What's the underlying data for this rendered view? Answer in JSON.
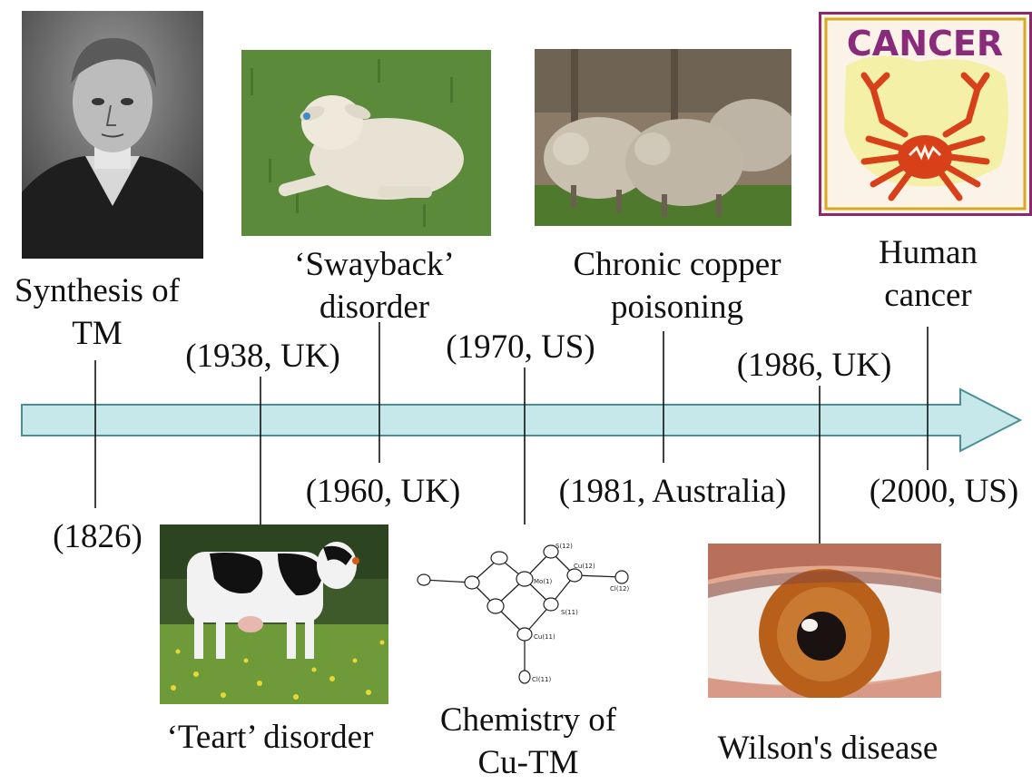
{
  "timeline": {
    "arrow_color": "#c6e8ea",
    "arrow_stroke": "#4a8f96",
    "events": [
      {
        "id": "tm-synthesis",
        "year": "(1826)",
        "label_lines": [
          "Synthesis of",
          "TM"
        ],
        "image": "portrait-of-scientist"
      },
      {
        "id": "teart",
        "year": "(1938, UK)",
        "label": "‘Teart’ disorder",
        "image": "holstein-cow-in-field"
      },
      {
        "id": "swayback",
        "year": "(1960, UK)",
        "label_lines": [
          "‘Swayback’",
          "disorder"
        ],
        "image": "lamb-lying-on-grass"
      },
      {
        "id": "cu-tm-chemistry",
        "year": "(1970, US)",
        "label_lines": [
          "Chemistry of",
          "Cu-TM"
        ],
        "image": "molecular-structure"
      },
      {
        "id": "copper-poisoning",
        "year": "(1981, Australia)",
        "label_lines": [
          "Chronic copper",
          "poisoning"
        ],
        "image": "sheep-flock"
      },
      {
        "id": "wilsons",
        "year": "(1986, UK)",
        "label": "Wilson's disease",
        "image": "eye-close-up"
      },
      {
        "id": "cancer",
        "year": "(2000, US)",
        "label_lines": [
          "Human",
          "cancer"
        ],
        "image": "cancer-crab-sign"
      }
    ]
  },
  "cancer_sign": {
    "text": "CANCER",
    "text_color": "#8a2a7a",
    "frame_color": "#8a2a6a",
    "crab_color": "#d8401a"
  },
  "molecule_labels": {
    "s12": "S(12)",
    "cu12": "Cu(12)",
    "cl12": "Cl(12)",
    "mo1": "Mo(1)",
    "s11": "S(11)",
    "cu11": "Cu(11)",
    "cl11": "Cl(11)"
  }
}
